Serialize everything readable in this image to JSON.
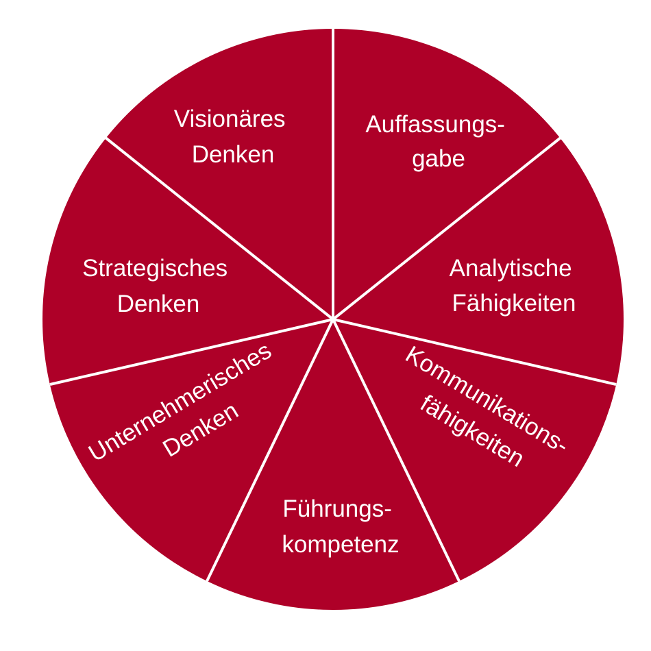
{
  "colors": {
    "fill": "#ae0028",
    "line": "#ffffff",
    "text": "#ffffff"
  },
  "segments": [
    {
      "lines": [
        "Visionäres",
        "Denken"
      ]
    },
    {
      "lines": [
        "Auffassungs-",
        "gabe"
      ]
    },
    {
      "lines": [
        "Analytische",
        "Fähigkeiten"
      ]
    },
    {
      "lines": [
        "Kommunikations-",
        "fähigkeiten"
      ]
    },
    {
      "lines": [
        "Führungs-",
        "kompetenz"
      ]
    },
    {
      "lines": [
        "Unternehmerisches",
        "Denken"
      ]
    },
    {
      "lines": [
        "Strategisches",
        "Denken"
      ]
    }
  ]
}
